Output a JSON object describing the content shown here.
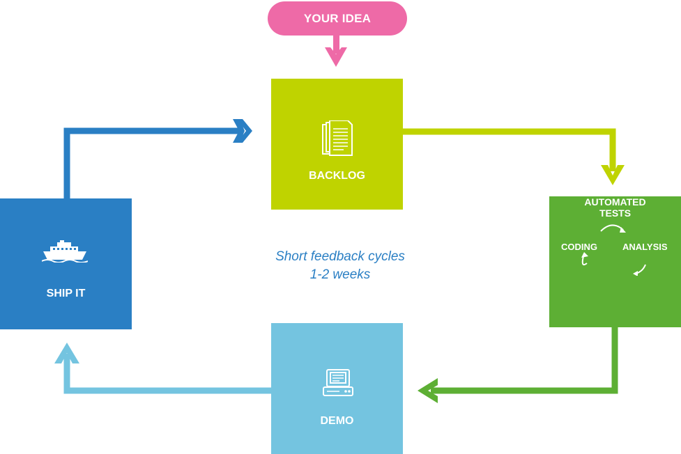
{
  "idea_label": "YOUR IDEA",
  "steps": {
    "backlog": "BACKLOG",
    "coding": "CODING",
    "analysis": "ANALYSIS",
    "automated_tests": "AUTOMATED TESTS",
    "demo": "DEMO",
    "ship_it": "SHIP IT"
  },
  "center": {
    "line1": "Short feedback cycles",
    "line2": "1-2 weeks"
  },
  "colors": {
    "idea": "#ee6aa7",
    "backlog": "#bfd300",
    "tests": "#5daf34",
    "demo": "#74c4e0",
    "ship": "#2a7fc4"
  },
  "icons": {
    "backlog": "documents-icon",
    "tests": "cycle-arrows-icon",
    "demo": "computer-terminal-icon",
    "ship": "ship-icon"
  }
}
